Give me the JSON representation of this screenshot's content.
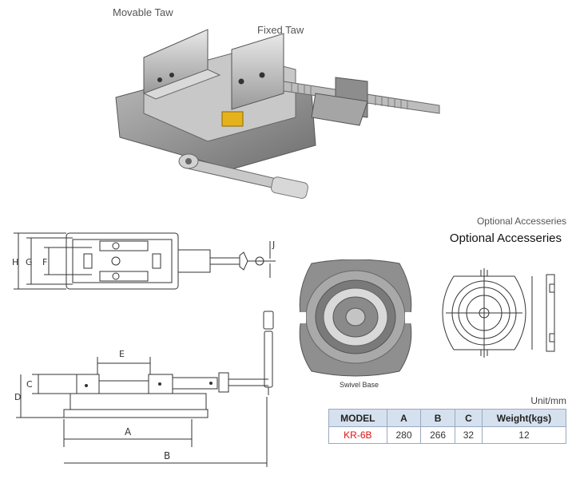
{
  "labels": {
    "movable_jaw": "Movable Taw",
    "fixed_jaw": "Fixed Taw"
  },
  "optional": {
    "small": "Optional Accesseries",
    "big": "Optional Accesseries",
    "swivel_caption": "Swivel Base"
  },
  "dimension_letters": {
    "H": "H",
    "G": "G",
    "F": "F",
    "J": "J",
    "E": "E",
    "C": "C",
    "D": "D",
    "A": "A",
    "B": "B"
  },
  "spec": {
    "unit": "Unit/mm",
    "headers": [
      "MODEL",
      "A",
      "B",
      "C",
      "Weight(kgs)"
    ],
    "rows": [
      [
        "KR-6B",
        "280",
        "266",
        "32",
        "12"
      ]
    ]
  }
}
